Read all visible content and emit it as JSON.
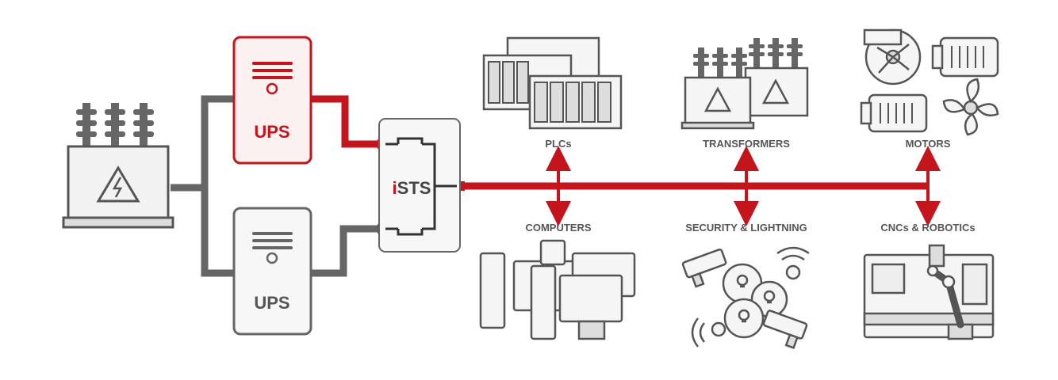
{
  "ups_top": {
    "label": "UPS"
  },
  "ups_bottom": {
    "label": "UPS"
  },
  "sts": {
    "prefix": "i",
    "label": "STS"
  },
  "loads": {
    "plcs": "PLCs",
    "computers": "COMPUTERS",
    "transformers": "TRANSFORMERS",
    "security": "SECURITY & LIGHTNING",
    "motors": "MOTORS",
    "cncs": "CNCs & ROBOTICs"
  },
  "colors": {
    "accent": "#c4141c",
    "line": "#666666",
    "outline": "#555555",
    "fill": "#f2f2f2"
  }
}
